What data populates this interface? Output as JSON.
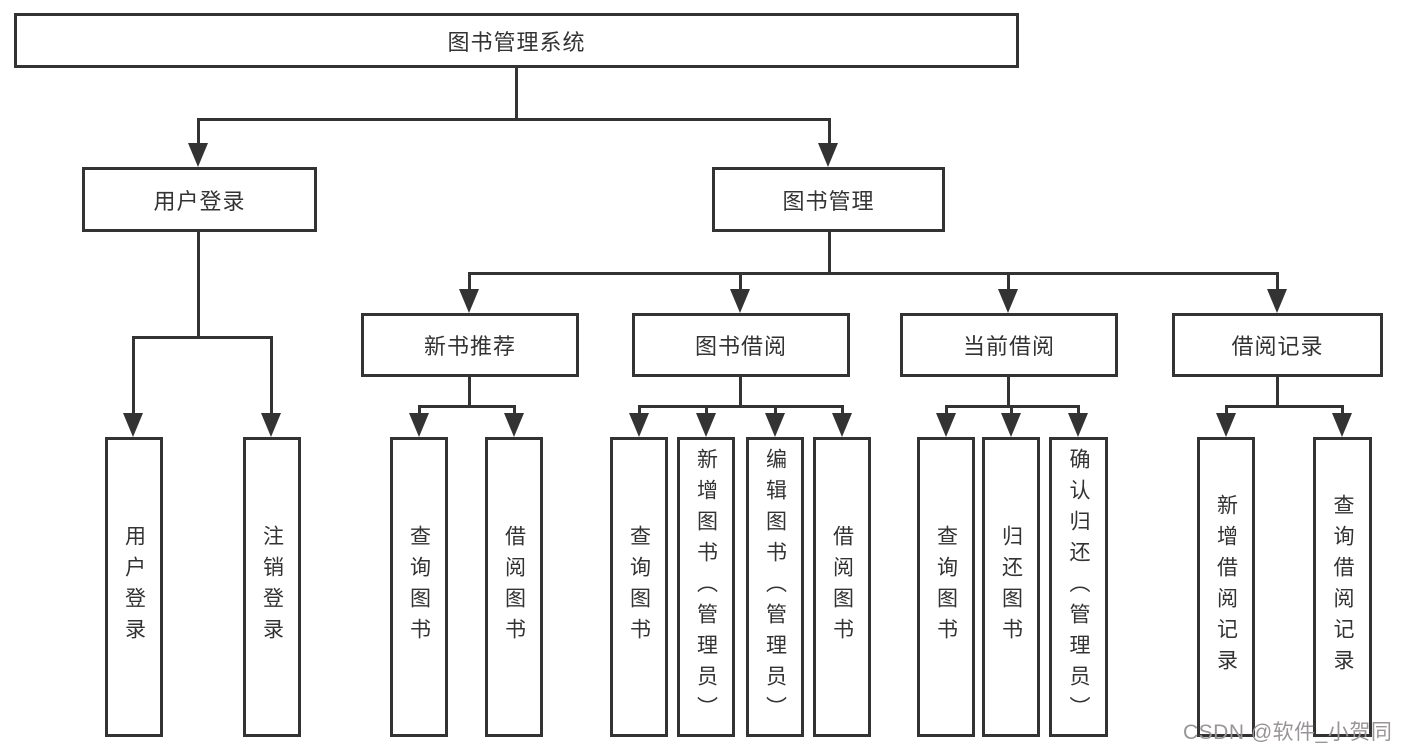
{
  "tree": {
    "root": {
      "label": "图书管理系统",
      "children": [
        {
          "label": "用户登录",
          "children": [
            {
              "label": "用户登录"
            },
            {
              "label": "注销登录"
            }
          ]
        },
        {
          "label": "图书管理",
          "children": [
            {
              "label": "新书推荐",
              "children": [
                {
                  "label": "查询图书"
                },
                {
                  "label": "借阅图书"
                }
              ]
            },
            {
              "label": "图书借阅",
              "children": [
                {
                  "label": "查询图书"
                },
                {
                  "label": "新增图书（管理员）"
                },
                {
                  "label": "编辑图书（管理员）"
                },
                {
                  "label": "借阅图书"
                }
              ]
            },
            {
              "label": "当前借阅",
              "children": [
                {
                  "label": "查询图书"
                },
                {
                  "label": "归还图书"
                },
                {
                  "label": "确认归还（管理员）"
                }
              ]
            },
            {
              "label": "借阅记录",
              "children": [
                {
                  "label": "新增借阅记录"
                },
                {
                  "label": "查询借阅记录"
                }
              ]
            }
          ]
        }
      ]
    }
  },
  "colors": {
    "line": "#333333",
    "text": "#333333",
    "watermark": "#9a9498",
    "background": "#ffffff"
  },
  "watermark": {
    "text": "CSDN @软件_小贺同学"
  }
}
